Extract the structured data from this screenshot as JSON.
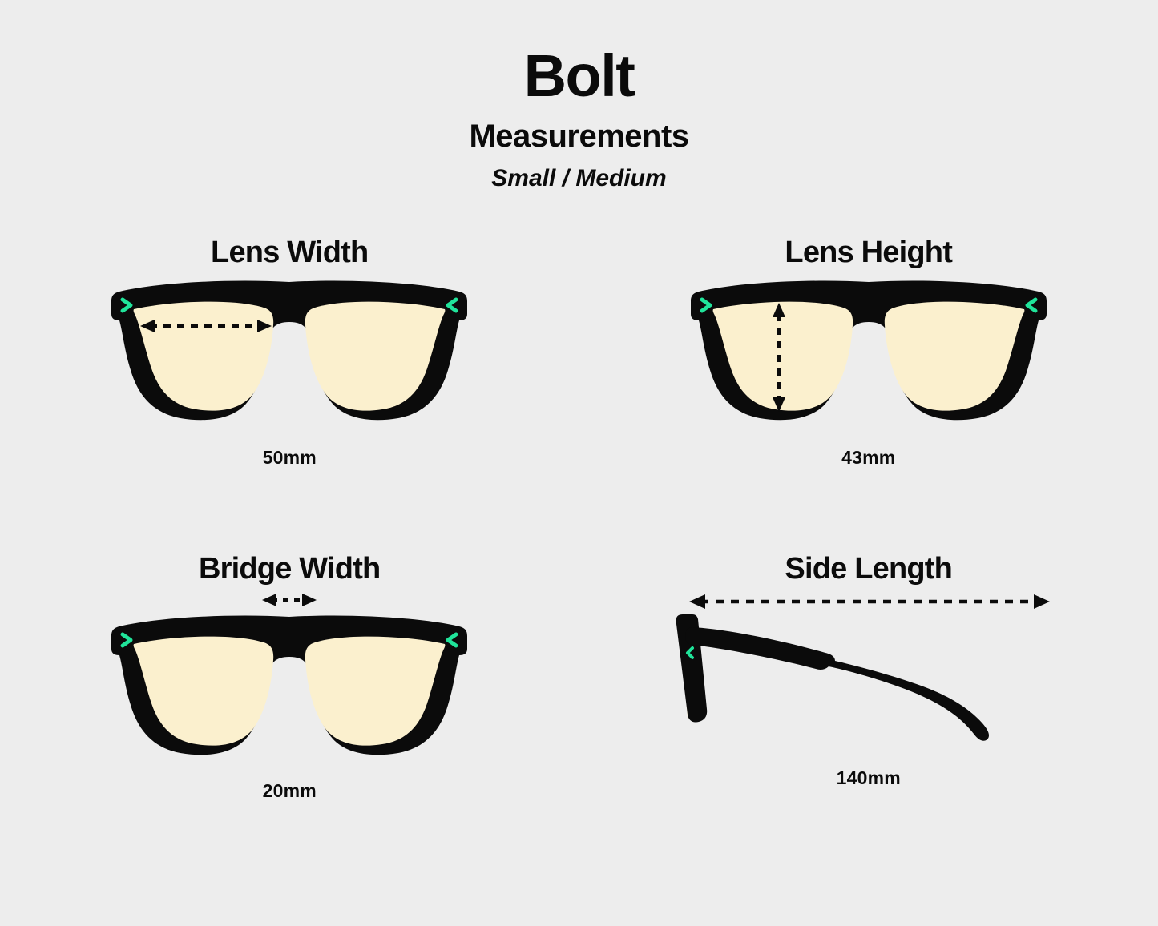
{
  "header": {
    "title": "Bolt",
    "subtitle": "Measurements",
    "variant": "Small / Medium"
  },
  "colors": {
    "background": "#ededed",
    "frame": "#0b0b0b",
    "lens": "#fbf0ce",
    "accent": "#20e49a",
    "text": "#0b0b0b"
  },
  "cards": [
    {
      "id": "lens-width",
      "title": "Lens Width",
      "value": "50mm",
      "arrow": "horizontal-double-dashed-arrow",
      "view": "front-glasses"
    },
    {
      "id": "lens-height",
      "title": "Lens Height",
      "value": "43mm",
      "arrow": "vertical-double-dashed-arrow",
      "view": "front-glasses"
    },
    {
      "id": "bridge-width",
      "title": "Bridge Width",
      "value": "20mm",
      "arrow": "short-horizontal-double-dashed-arrow",
      "view": "front-glasses"
    },
    {
      "id": "side-length",
      "title": "Side Length",
      "value": "140mm",
      "arrow": "long-horizontal-double-dashed-arrow",
      "view": "side-profile-glasses"
    }
  ]
}
